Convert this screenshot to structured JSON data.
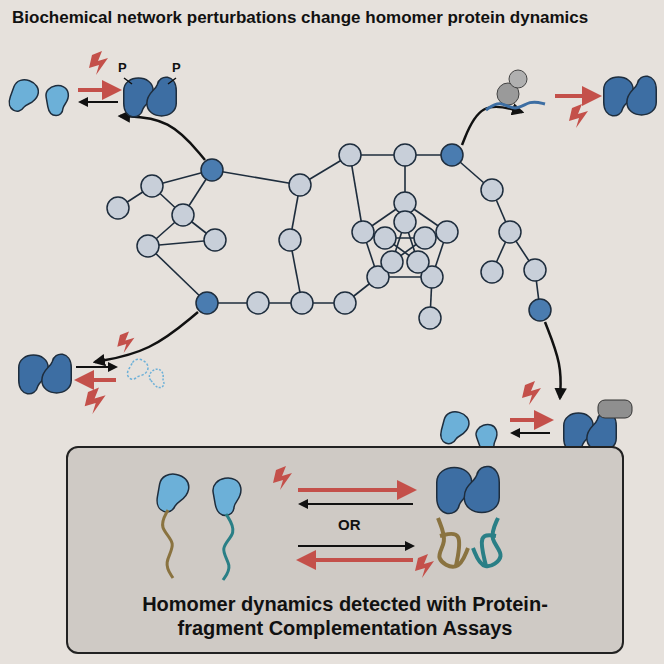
{
  "diagram": {
    "title": "Biochemical network perturbations change homomer protein dynamics",
    "nodes": [
      {
        "text": [
          "Homomer dynamics detected with Protein-fragment Complementation Assays"
        ]
      }
    ],
    "labels": [
      "P",
      "P",
      "OR"
    ]
  }
}
